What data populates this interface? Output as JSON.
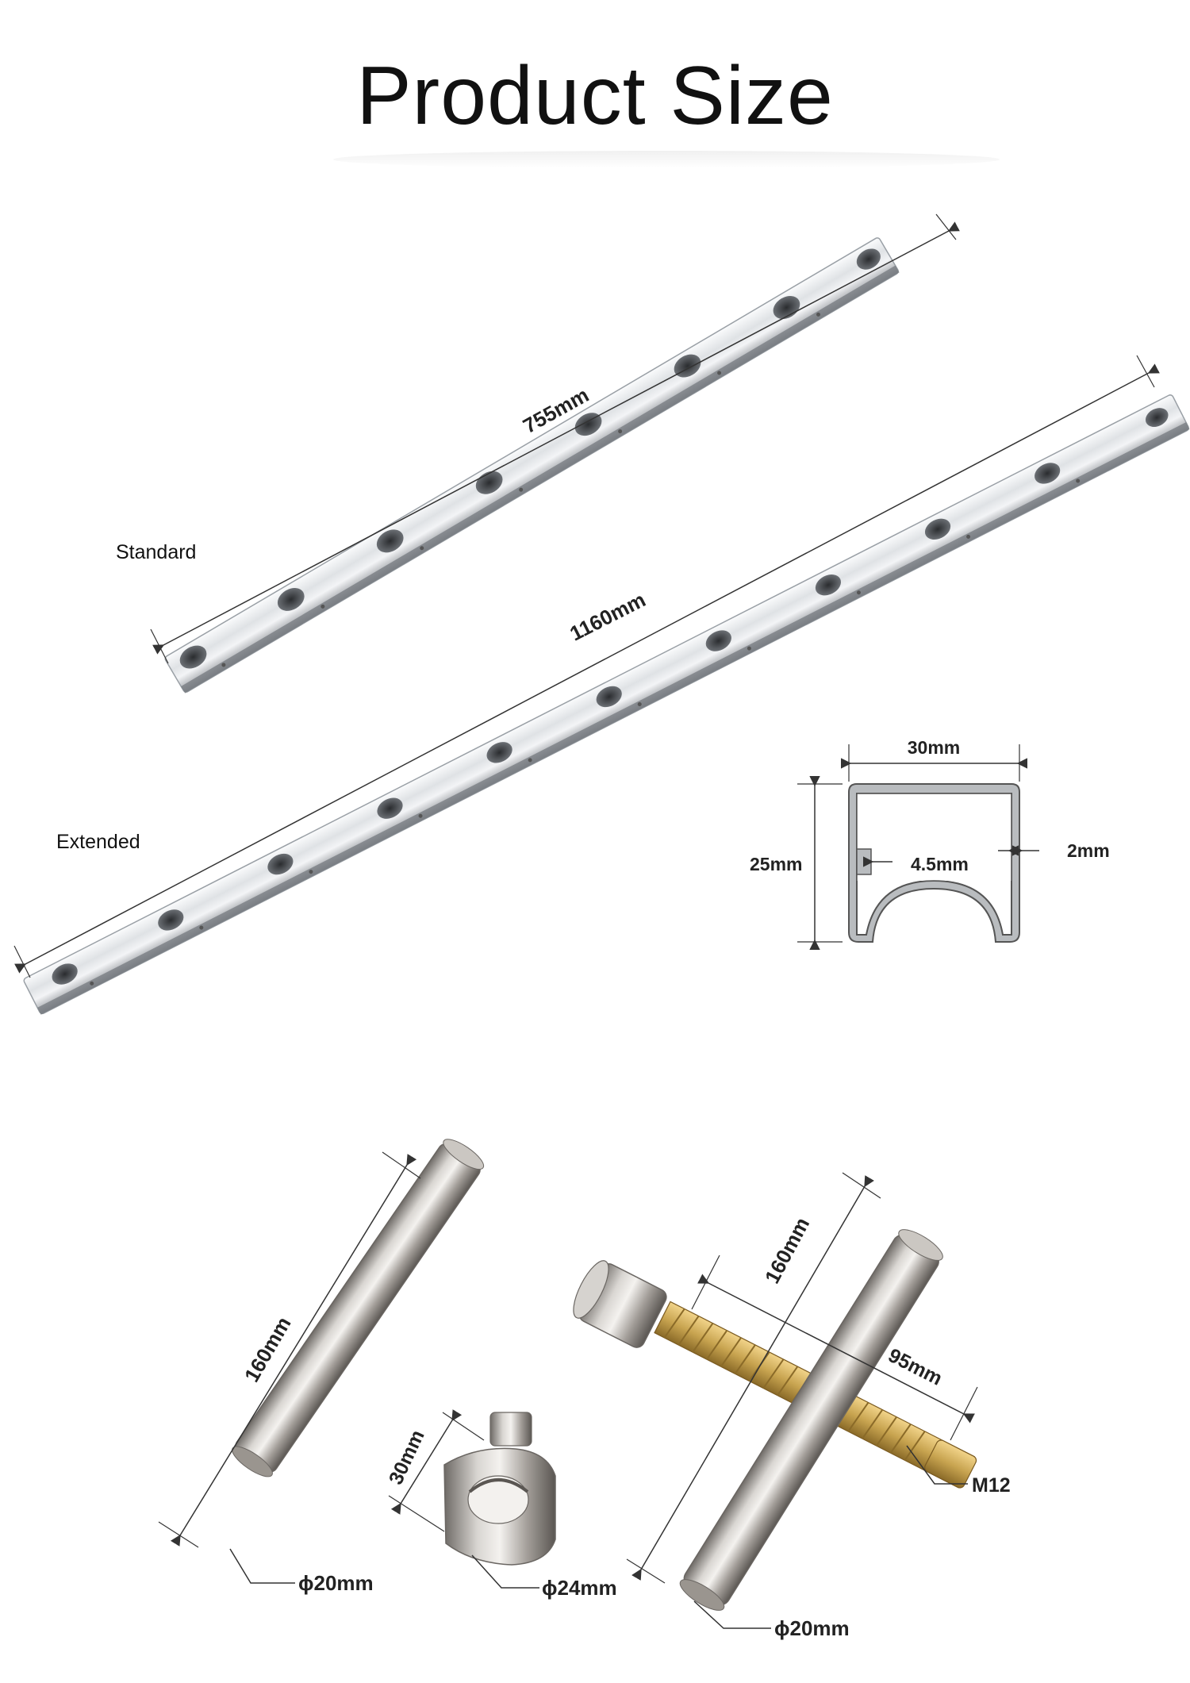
{
  "title": "Product Size",
  "rails": {
    "standard": {
      "label": "Standard",
      "length": "755mm"
    },
    "extended": {
      "label": "Extended",
      "length": "1160mm"
    }
  },
  "profile": {
    "width": "30mm",
    "height": "25mm",
    "wall": "2mm",
    "lip": "4.5mm"
  },
  "pin": {
    "length": "160mm",
    "diameter": "ϕ20mm"
  },
  "collar": {
    "height": "30mm",
    "diameter": "ϕ24mm"
  },
  "assembly": {
    "pin_length": "160mm",
    "screw_length": "95mm",
    "thread": "M12",
    "diameter": "ϕ20mm"
  },
  "colors": {
    "metal_light": "#eef0f2",
    "metal_dark": "#8a8e93",
    "brass": "#c8a450",
    "dim_line": "#333333"
  }
}
